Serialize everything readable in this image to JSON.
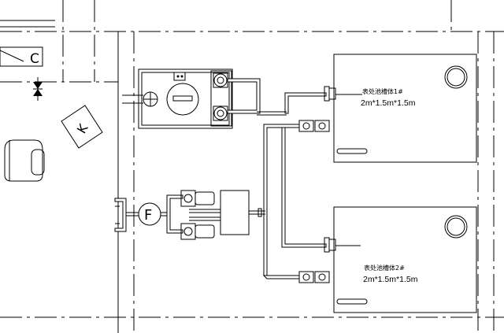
{
  "tanks": [
    {
      "label": "表处池槽体1#",
      "size": "2m*1.5m*1.5m"
    },
    {
      "label": "表处池槽体2#",
      "size": "2m*1.5m*1.5m"
    }
  ],
  "symbols": {
    "room_label": "C",
    "door_label": "K",
    "flow_meter_label": "F"
  },
  "colors": {
    "line": "#000000",
    "background": "#ffffff"
  }
}
